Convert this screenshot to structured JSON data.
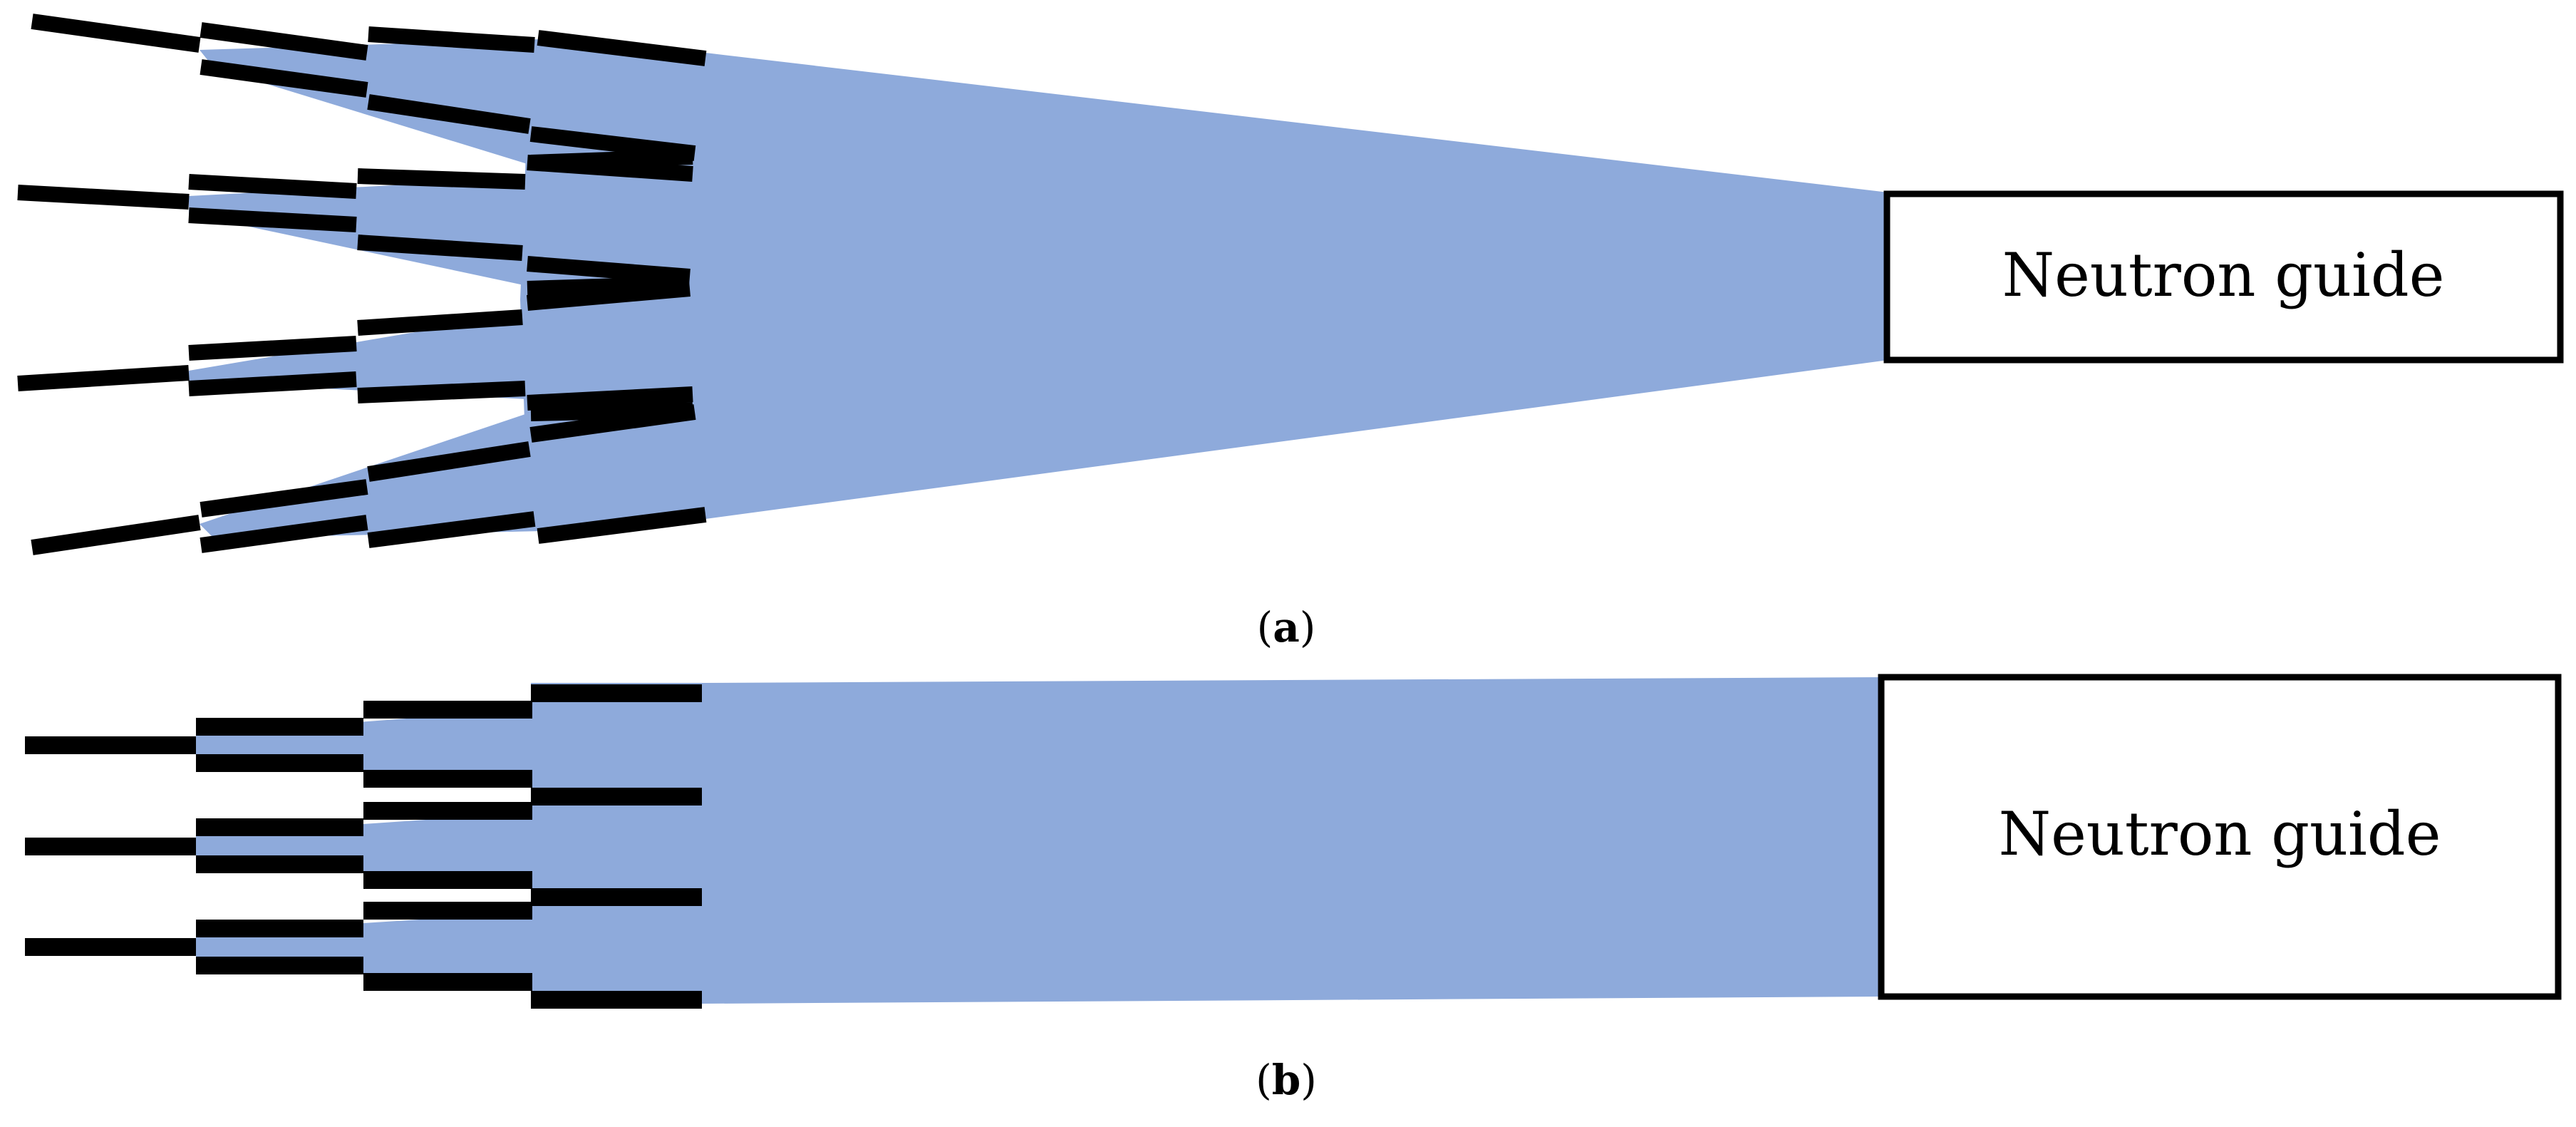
{
  "colors": {
    "beam": "#8eaadb",
    "wall": "#000000",
    "background": "#ffffff"
  },
  "panel_a": {
    "panel_label_open": "(",
    "panel_label_letter": "a",
    "panel_label_close": ")",
    "guide_label": "Neutron guide",
    "channel_count": 4
  },
  "panel_b": {
    "panel_label_open": "(",
    "panel_label_letter": "b",
    "panel_label_close": ")",
    "guide_label": "Neutron guide",
    "channel_count": 3
  }
}
